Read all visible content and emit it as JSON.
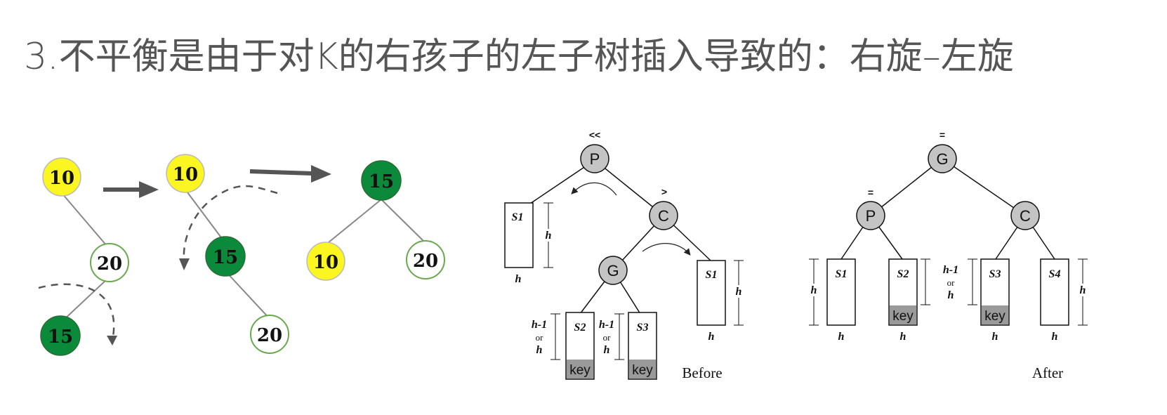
{
  "title": "3.不平衡是由于对K的右孩子的左子树插入导致的：右旋–左旋",
  "colors": {
    "yellow": "#fbf521",
    "green": "#0b8a3b",
    "white_node_border": "#6aa84f",
    "gray_node": "#c4c4c4",
    "title_text": "#555555"
  },
  "left_diagram": {
    "step1": {
      "top": "10",
      "middle": "20",
      "bottom": "15"
    },
    "step2": {
      "top": "10",
      "middle": "15",
      "bottom": "20"
    },
    "step3": {
      "root": "15",
      "left": "10",
      "right": "20"
    }
  },
  "before_diagram": {
    "caption": "Before",
    "nodes": {
      "p": "P",
      "c": "C",
      "g": "G"
    },
    "balance": {
      "p": "<<",
      "c": ">"
    },
    "subtrees": {
      "s1_left": "S1",
      "s2": "S2",
      "s3": "S3",
      "s1_right": "S1"
    },
    "key_label": "key",
    "heights": {
      "h": "h",
      "h_minus_1": "h-1",
      "or": "or"
    }
  },
  "after_diagram": {
    "caption": "After",
    "nodes": {
      "g": "G",
      "p": "P",
      "c": "C"
    },
    "balance": {
      "g": "=",
      "p": "="
    },
    "subtrees": {
      "s1": "S1",
      "s2": "S2",
      "s3": "S3",
      "s4": "S4"
    },
    "key_label": "key",
    "heights": {
      "h": "h",
      "h_minus_1": "h-1",
      "or": "or"
    }
  }
}
